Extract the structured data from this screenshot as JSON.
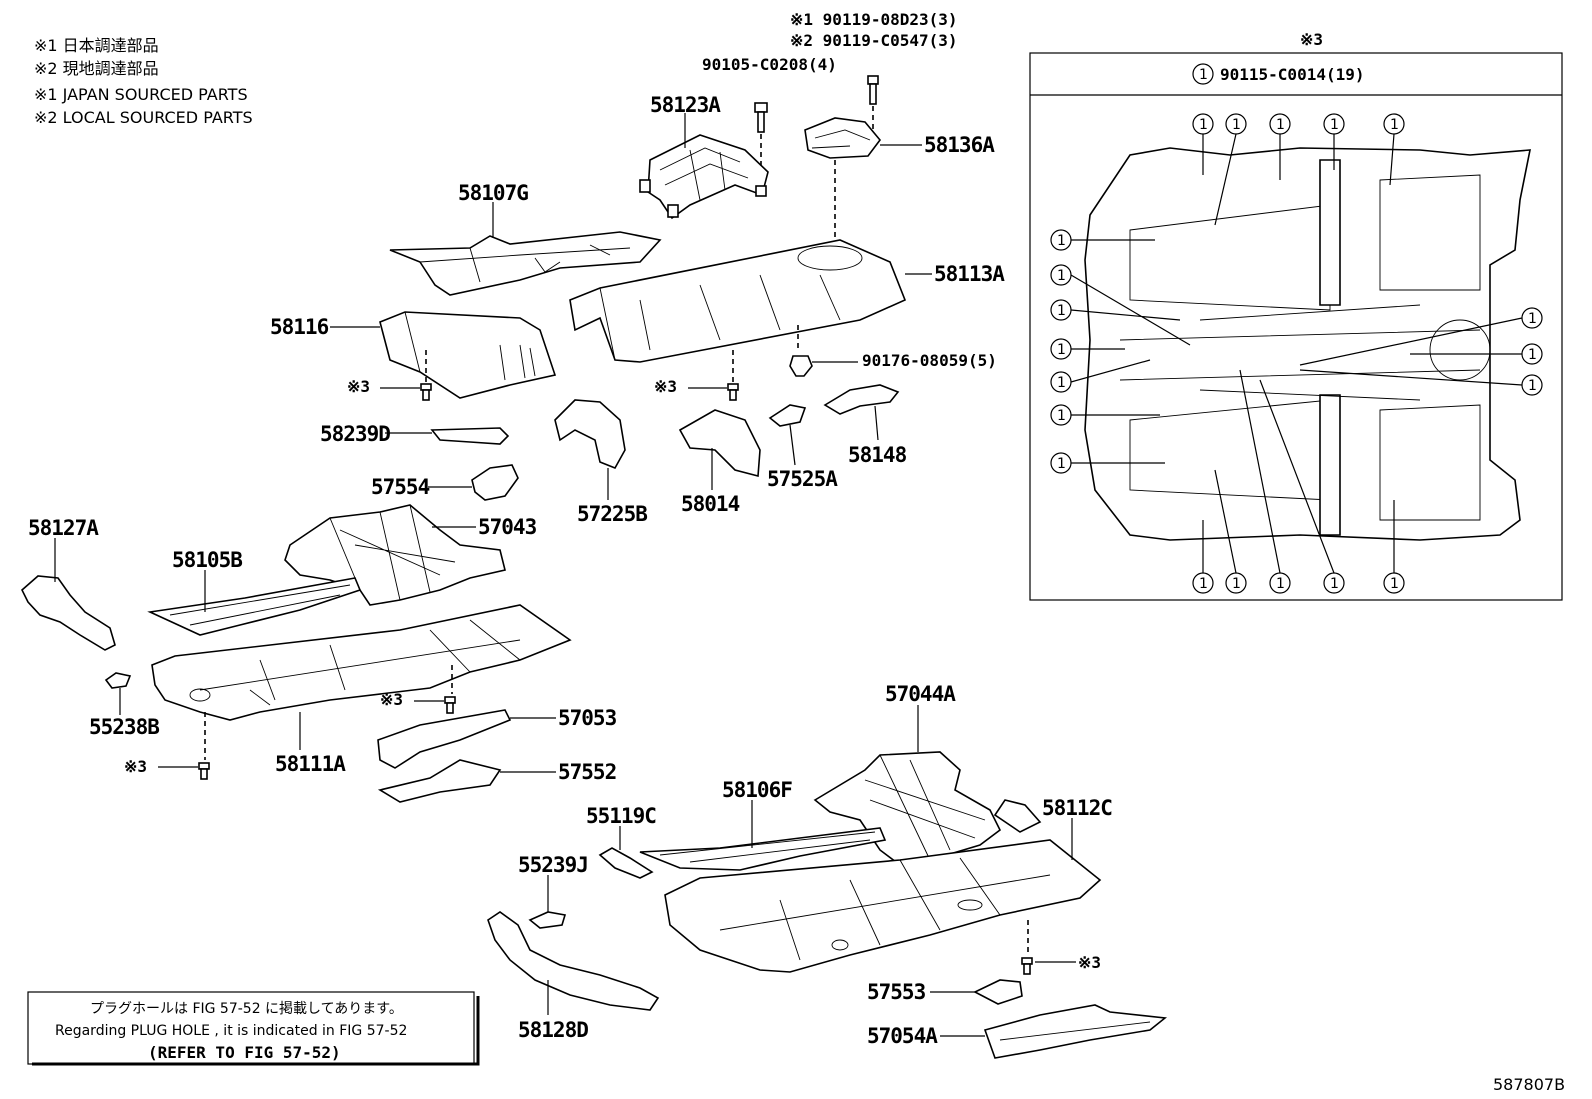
{
  "legend": {
    "line1": "※1 日本調達部品",
    "line2": "※2 現地調達部品",
    "line3": "※1 JAPAN SOURCED PARTS",
    "line4": "※2 LOCAL SOURCED PARTS"
  },
  "bolt_labels": {
    "a": "※1 90119-08D23(3)",
    "b": "※2 90119-C0547(3)",
    "c": "90105-C0208(4)",
    "d": "90176-08059(5)"
  },
  "mark3": "※3",
  "parts": {
    "p58123A": "58123A",
    "p58136A": "58136A",
    "p58107G": "58107G",
    "p58113A": "58113A",
    "p58116": "58116",
    "p58239D": "58239D",
    "p58148": "58148",
    "p57554": "57554",
    "p57225B": "57225B",
    "p58014": "58014",
    "p57525A": "57525A",
    "p58127A": "58127A",
    "p58105B": "58105B",
    "p57043": "57043",
    "p55238B": "55238B",
    "p58111A": "58111A",
    "p57053": "57053",
    "p57552": "57552",
    "p57044A": "57044A",
    "p58106F": "58106F",
    "p58112C": "58112C",
    "p55119C": "55119C",
    "p55239J": "55239J",
    "p57553": "57553",
    "p57054A": "57054A",
    "p58128D": "58128D"
  },
  "inset": {
    "title_mark": "※3",
    "header_callout": "1",
    "header_part": "90115-C0014(19)",
    "callout": "1"
  },
  "notice": {
    "line1": "プラグホールは FIG 57-52 に掲載してあります。",
    "line2": "Regarding PLUG HOLE , it is indicated in FIG 57-52",
    "line3": "(REFER TO FIG 57-52)"
  },
  "figure_code": "587807B"
}
